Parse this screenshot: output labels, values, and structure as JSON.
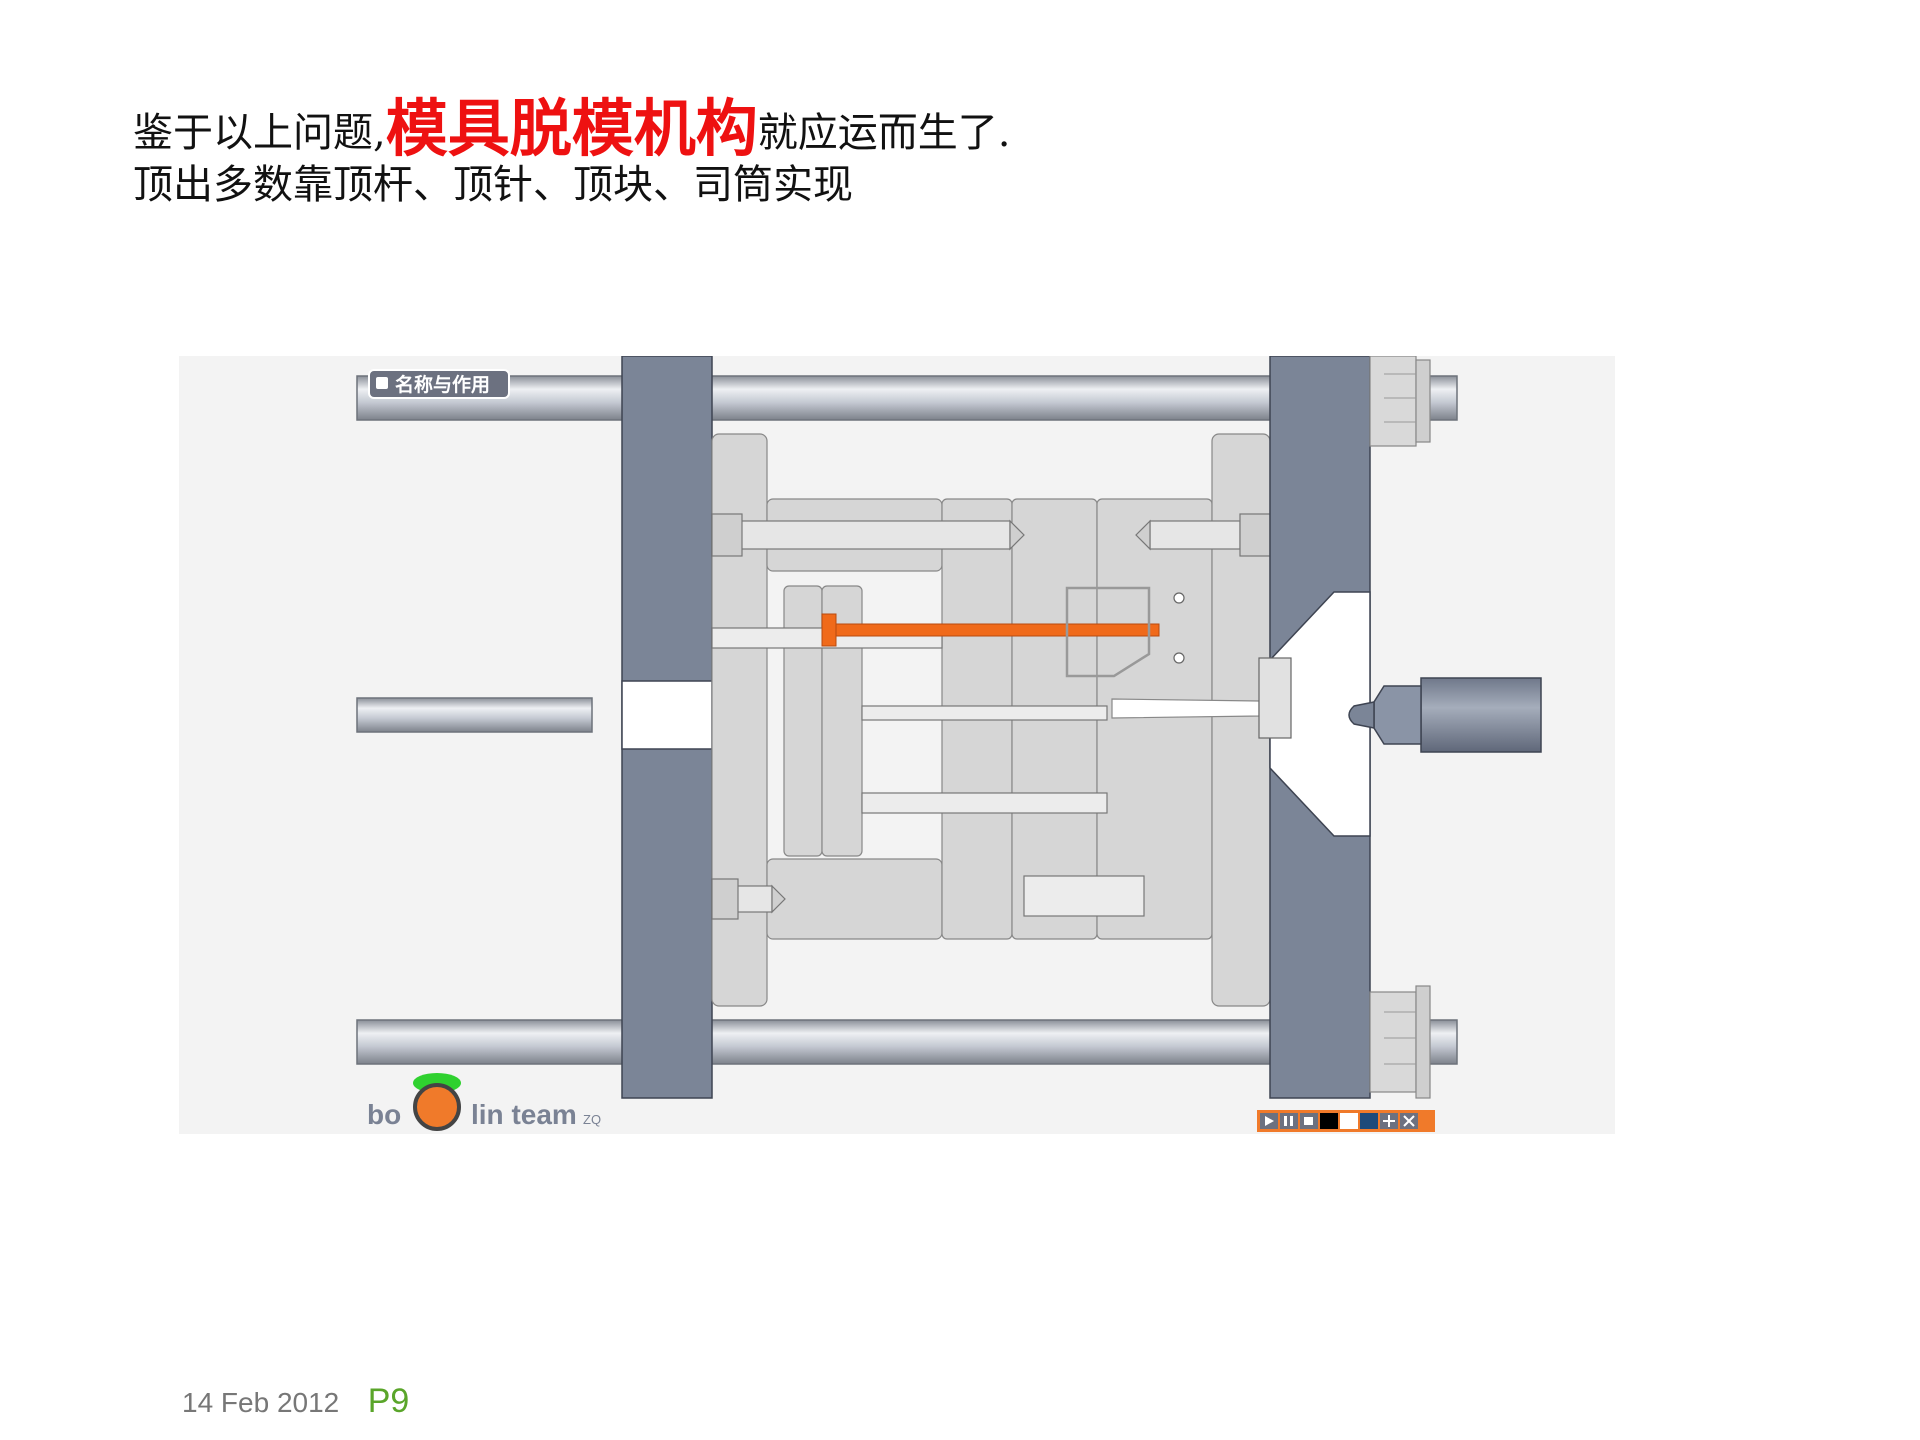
{
  "heading": {
    "prefix": "鉴于以上问题,",
    "highlight": "模具脱模机构",
    "suffix": "就应运而生了.",
    "line2": "顶出多数靠顶杆、顶针、顶块、司筒实现"
  },
  "diagram": {
    "badge_label": "名称与作用",
    "logo_left": "bo",
    "logo_right": "lin team",
    "logo_tag": "ZQ",
    "colors": {
      "background": "#f3f3f3",
      "platen": "#7b8597",
      "plate": "#d6d6d6",
      "rod": "#c4c9d2",
      "ejector_pin": "#f06a1a",
      "control_bar": "#f07a2a"
    },
    "controls": [
      "play-icon",
      "pause-icon",
      "stop-icon",
      "black-swatch",
      "white-swatch",
      "blue-swatch",
      "move-icon",
      "close-icon"
    ]
  },
  "footer": {
    "date": "14 Feb 2012",
    "page": "P9"
  }
}
